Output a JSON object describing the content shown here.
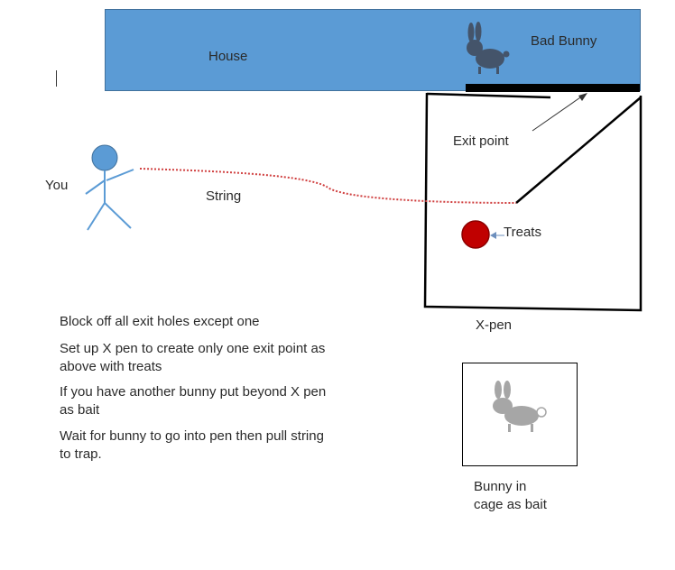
{
  "labels": {
    "house": "House",
    "bad_bunny": "Bad Bunny",
    "exit_point": "Exit point",
    "you": "You",
    "string": "String",
    "treats": "Treats",
    "xpen": "X-pen",
    "cage_bait_line1": "Bunny in",
    "cage_bait_line2": "cage as bait"
  },
  "instructions": [
    "Block off all exit holes except one",
    "Set up X pen to create only one exit point as above with treats",
    "If you have another bunny put beyond X pen as bait",
    "Wait for bunny to go into pen then pull string to trap."
  ],
  "colors": {
    "house_fill": "#5b9bd5",
    "person": "#5b9bd5",
    "treats": "#c00000",
    "string": "#d04040",
    "bad_bunny": "#44546a",
    "bait_bunny": "#a6a6a6"
  },
  "icons": {
    "bad_bunny": "rabbit-icon",
    "bait_bunny": "rabbit-icon",
    "you": "stick-figure-icon"
  }
}
